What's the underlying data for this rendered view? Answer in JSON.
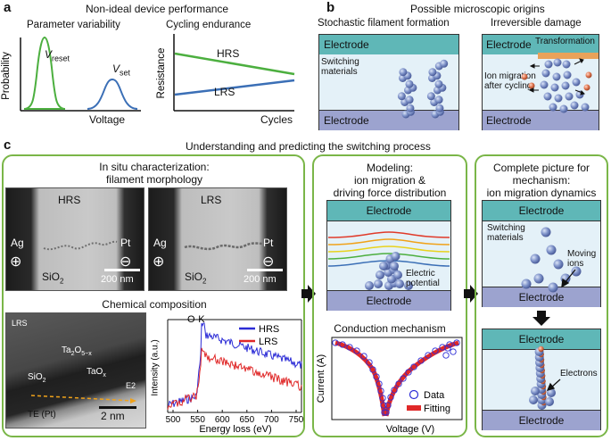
{
  "panel_a": {
    "letter": "a",
    "title": "Non-ideal device performance",
    "left_plot": {
      "title": "Parameter variability",
      "ylabel": "Probability",
      "xlabel": "Voltage",
      "curve1_label": "V",
      "curve1_sub": "reset",
      "curve2_label": "V",
      "curve2_sub": "set",
      "colors": {
        "reset": "#4caf3f",
        "set": "#3b6fb6"
      }
    },
    "right_plot": {
      "title": "Cycling endurance",
      "ylabel": "Resistance",
      "xlabel": "Cycles",
      "hrs": "HRS",
      "lrs": "LRS",
      "colors": {
        "hrs": "#4caf3f",
        "lrs": "#3b6fb6"
      }
    }
  },
  "panel_b": {
    "letter": "b",
    "title": "Possible microscopic origins",
    "left": {
      "title": "Stochastic filament formation",
      "top": "Electrode",
      "bottom": "Electrode",
      "material_line1": "Switching",
      "material_line2": "materials"
    },
    "right": {
      "title": "Irreversible damage",
      "top": "Electrode",
      "bottom": "Electrode",
      "transformation": "Transformation",
      "ion_line1": "Ion migration",
      "ion_line2": "after cycling"
    }
  },
  "panel_c": {
    "letter": "c",
    "title": "Understanding and predicting the switching process",
    "insitu": {
      "title1": "In situ characterization:",
      "title2": "filament morphology",
      "img1": {
        "state": "HRS",
        "left": "Ag",
        "right": "Pt",
        "oxide": "SiO",
        "oxide_sub": "2",
        "scale": "200 nm",
        "plus": "⊕",
        "minus": "⊖"
      },
      "img2": {
        "state": "LRS",
        "left": "Ag",
        "right": "Pt",
        "oxide": "SiO",
        "oxide_sub": "2",
        "scale": "200 nm",
        "plus": "⊕",
        "minus": "⊖"
      }
    },
    "chemical": {
      "title": "Chemical composition",
      "tem": {
        "corner": "LRS",
        "ta2o5": "Ta",
        "ta2o5_sub1": "2",
        "ta2o5_o": "O",
        "ta2o5_sub2": "5−x",
        "sio2": "SiO",
        "sio2_sub": "2",
        "taox": "TaO",
        "taox_sub": "x",
        "e2": "E2",
        "te": "TE (Pt)",
        "scale": "2 nm"
      },
      "eels": {
        "peak_label": "O-K",
        "ylabel": "Intensity (a.u.)",
        "xlabel": "Energy loss (eV)",
        "xticks": [
          "500",
          "550",
          "600",
          "650",
          "700",
          "750"
        ],
        "legend": [
          "HRS",
          "LRS"
        ],
        "colors": {
          "HRS": "#2c2cd6",
          "LRS": "#e02828"
        }
      }
    },
    "modeling": {
      "title1": "Modeling:",
      "title2": "ion migration &",
      "title3": "driving force distribution",
      "top": "Electrode",
      "bottom": "Electrode",
      "potential1": "Electric",
      "potential2": "potential"
    },
    "conduction": {
      "title": "Conduction mechanism",
      "ylabel": "Current (A)",
      "xlabel": "Voltage (V)",
      "legend_data": "Data",
      "legend_fit": "Fitting"
    },
    "complete": {
      "title1": "Complete picture for",
      "title2": "mechanism:",
      "title3": "ion migration dynamics",
      "box1": {
        "top": "Electrode",
        "bottom": "Electrode",
        "material1": "Switching",
        "material2": "materials",
        "moving1": "Moving",
        "moving2": "ions"
      },
      "box2": {
        "top": "Electrode",
        "bottom": "Electrode",
        "electrons": "Electrons"
      }
    }
  }
}
